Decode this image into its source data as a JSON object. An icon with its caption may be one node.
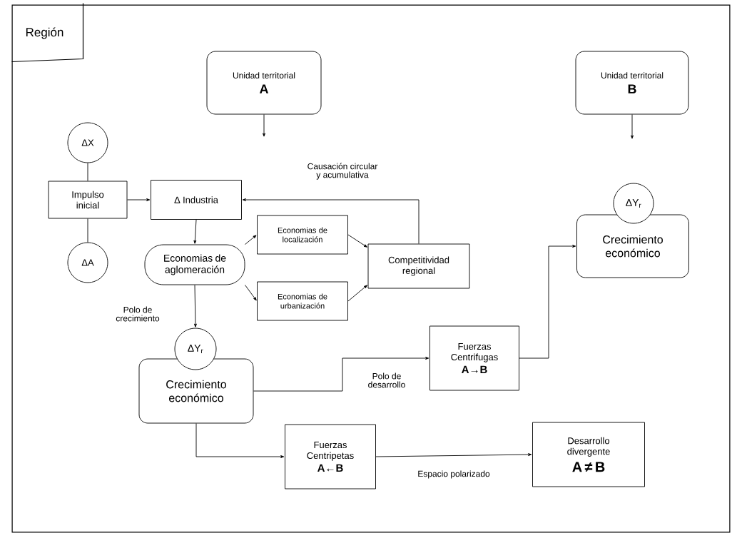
{
  "diagram": {
    "nodes": [
      {
        "text": [
          "Región"
        ]
      },
      {
        "text": [
          "Unidad territorial",
          "A"
        ],
        "in": 0
      },
      {
        "text": [
          "Unidad territorial",
          "B"
        ],
        "in": 0
      },
      {
        "text": [
          "ΔX"
        ],
        "in": 0
      },
      {
        "text": [
          "Impulso inicial"
        ],
        "in": 0
      },
      {
        "text": [
          "ΔA"
        ],
        "in": 0
      },
      {
        "text": [
          "Δ Industria"
        ],
        "in": 0
      },
      {
        "text": [
          "Economias de aglomeración"
        ],
        "in": 0
      },
      {
        "text": [
          "Economias de localización"
        ],
        "in": 0
      },
      {
        "text": [
          "Economias de urbanización"
        ],
        "in": 0
      },
      {
        "text": [
          "Competitividad regional"
        ],
        "in": 0
      },
      {
        "text": [
          "ΔY$_{r}$"
        ],
        "in": 0
      },
      {
        "text": [
          "Crecimiento económico"
        ],
        "in": 0
      },
      {
        "text": [
          "Fuerzas Centrifugas",
          "A→B"
        ],
        "in": 0
      },
      {
        "text": [
          "Fuerzas Centripetas",
          "A←B"
        ],
        "in": 0
      },
      {
        "text": [
          "Desarrollo divergente",
          "A ≠ B"
        ],
        "in": 0
      },
      {
        "text": [
          "ΔY$_{r}$"
        ],
        "in": 0
      },
      {
        "text": [
          "Crecimiento económico"
        ],
        "in": 0
      }
    ],
    "edges": [
      {
        "from": 1,
        "to": null,
        "arrow": "to"
      },
      {
        "from": 2,
        "to": null,
        "arrow": "to"
      },
      {
        "from": 3,
        "to": 4,
        "arrow": "none"
      },
      {
        "from": 4,
        "to": 5,
        "arrow": "none"
      },
      {
        "from": 4,
        "to": 6,
        "arrow": "to"
      },
      {
        "from": 10,
        "to": 6,
        "arrow": "to",
        "label": "Causación circular y acumulativa"
      },
      {
        "from": 6,
        "to": 7,
        "arrow": "to"
      },
      {
        "from": 7,
        "to": 8,
        "arrow": "to"
      },
      {
        "from": 7,
        "to": 9,
        "arrow": "to"
      },
      {
        "from": 8,
        "to": 10,
        "arrow": "to"
      },
      {
        "from": 9,
        "to": 10,
        "arrow": "to"
      },
      {
        "from": 7,
        "to": 11,
        "arrow": "to",
        "label": "Polo de crecimiento"
      },
      {
        "from": 12,
        "to": 13,
        "arrow": "to",
        "label": "Polo de desarrollo"
      },
      {
        "from": 13,
        "to": 17,
        "arrow": "to"
      },
      {
        "from": 12,
        "to": 14,
        "arrow": "to"
      },
      {
        "from": 14,
        "to": 15,
        "arrow": "to",
        "label": "Espacio polarizado"
      }
    ]
  }
}
